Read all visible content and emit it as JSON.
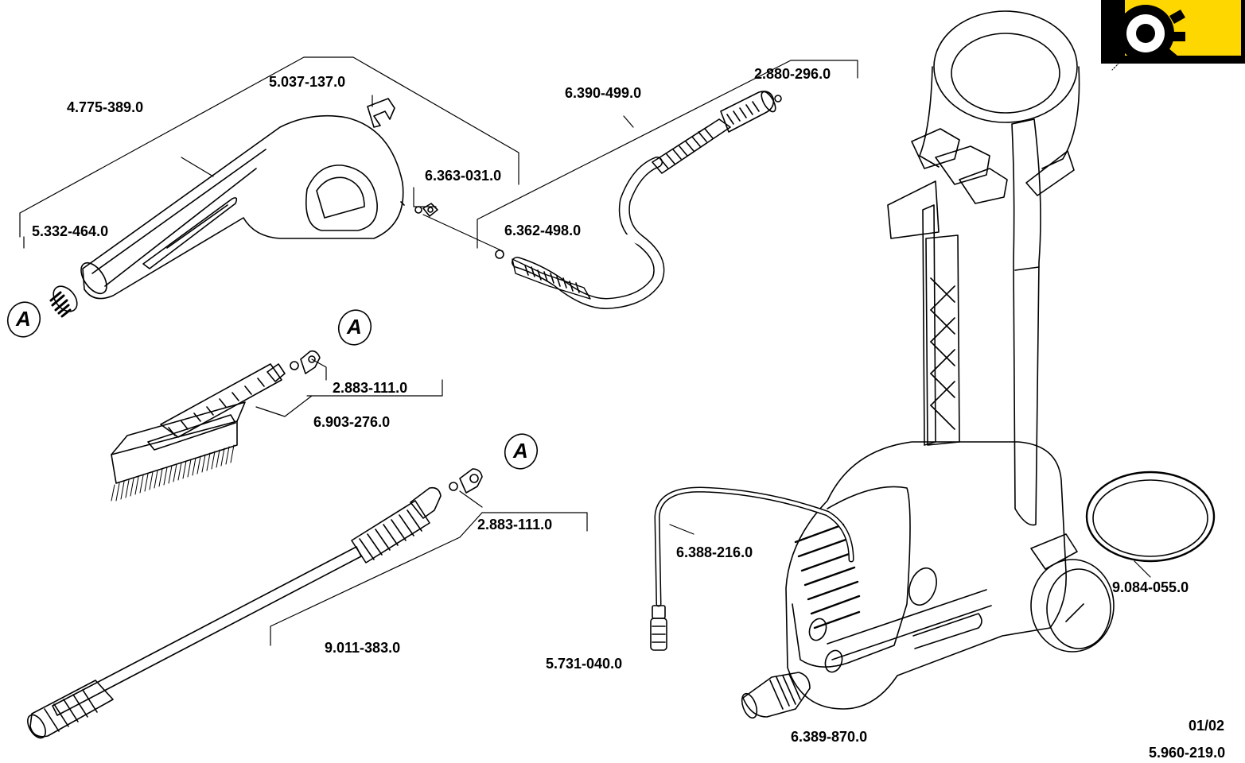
{
  "callouts": {
    "p4775389": "4.775-389.0",
    "p5037137": "5.037-137.0",
    "p6363031": "6.363-031.0",
    "p5332464": "5.332-464.0",
    "p6362498": "6.362-498.0",
    "p6390499": "6.390-499.0",
    "p2880296": "2.880-296.0",
    "p2883111a": "2.883-111.0",
    "p6903276": "6.903-276.0",
    "p2883111b": "2.883-111.0",
    "p9011383": "9.011-383.0",
    "p6388216": "6.388-216.0",
    "p5731040": "5.731-040.0",
    "p6389870": "6.389-870.0",
    "p9084055": "9.084-055.0"
  },
  "ref_markers": [
    "A",
    "A",
    "A"
  ],
  "footer": {
    "date": "01/02",
    "drawing_number": "5.960-219.0"
  },
  "colors": {
    "line": "#000000",
    "badge_yellow": "#ffd700"
  },
  "icons": {
    "badge": "service-gear-badge-icon"
  }
}
